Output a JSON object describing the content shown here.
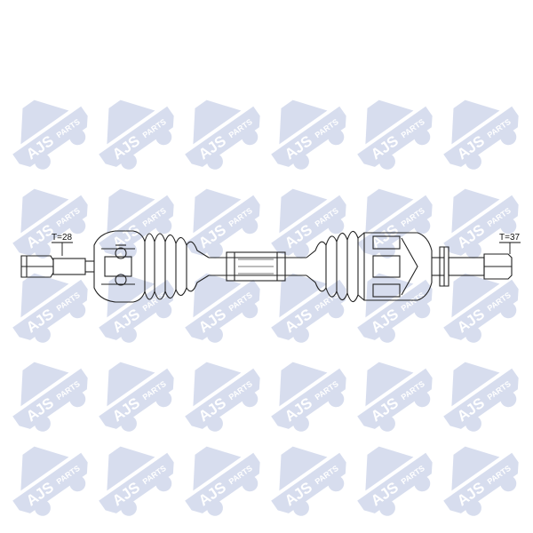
{
  "watermark": {
    "brand": "AJS",
    "suffix": "PARTS",
    "color": "#b8c3e1"
  },
  "diagram": {
    "left_label": "T=28",
    "right_label": "T=37",
    "line_color": "#222222",
    "accent_color": "#7a7a7a"
  }
}
